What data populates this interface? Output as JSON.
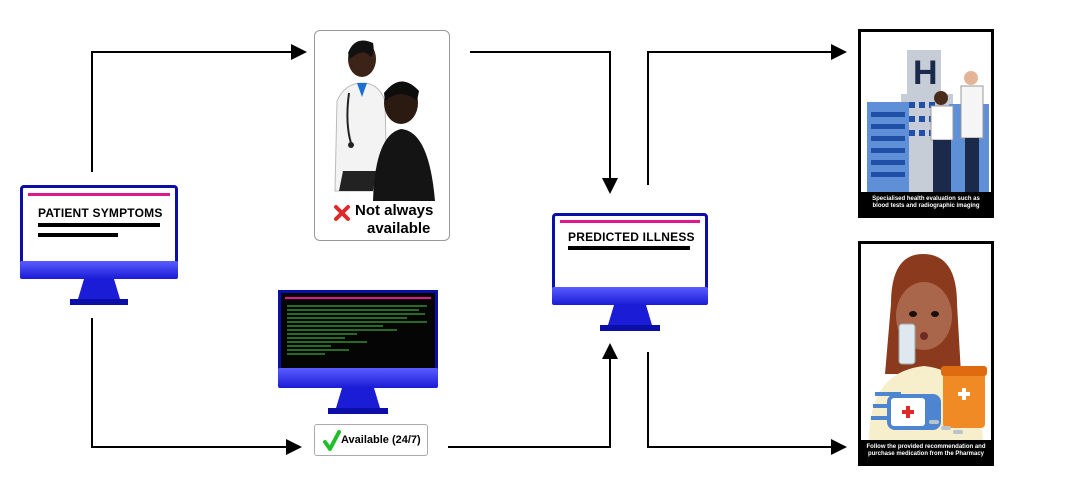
{
  "nodes": {
    "patient_symptoms": {
      "title": "PATIENT SYMPTOMS"
    },
    "doctor": {
      "status": "Not always available",
      "status_line1": "Not always",
      "status_line2": "available"
    },
    "ai_terminal": {
      "status": "Available (24/7)"
    },
    "predicted_illness": {
      "title": "PREDICTED ILLNESS"
    },
    "hospital": {
      "caption": "Specialised health evaluation such as blood tests and radiographic imaging"
    },
    "pharmacy": {
      "caption": "Follow the provided recommendation and purchase medication from the Pharmacy"
    }
  },
  "icons": [
    "monitor-icon",
    "doctor-patient-illustration",
    "terminal-monitor-icon",
    "hospital-illustration",
    "pharmacy-illustration",
    "cross-mark-icon",
    "check-mark-icon"
  ],
  "colors": {
    "accent_blue": "#1a1cd6",
    "accent_pink": "#e0188c",
    "unavailable": "#e02a2a",
    "available": "#1fbf2a"
  }
}
